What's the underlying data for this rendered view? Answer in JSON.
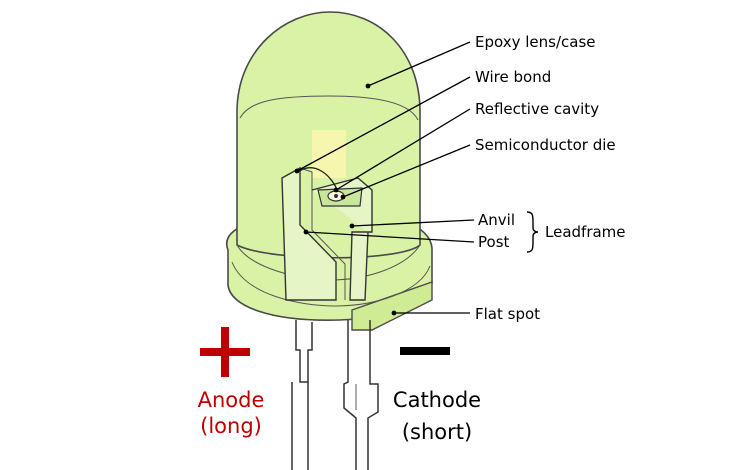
{
  "labels": {
    "epoxy": "Epoxy lens/case",
    "wire_bond": "Wire bond",
    "reflective_cavity": "Reflective cavity",
    "semiconductor_die": "Semiconductor die",
    "anvil": "Anvil",
    "post": "Post",
    "leadframe": "Leadframe",
    "flat_spot": "Flat spot"
  },
  "anode": {
    "label": "Anode",
    "note": "(long)"
  },
  "cathode": {
    "label": "Cathode",
    "note": "(short)"
  },
  "colors": {
    "lens_fill": "#d9f2a6",
    "lens_stroke": "#4a4a4a",
    "anode_red": "#c00000",
    "cathode_black": "#000000",
    "glow": "#fff7b0"
  }
}
